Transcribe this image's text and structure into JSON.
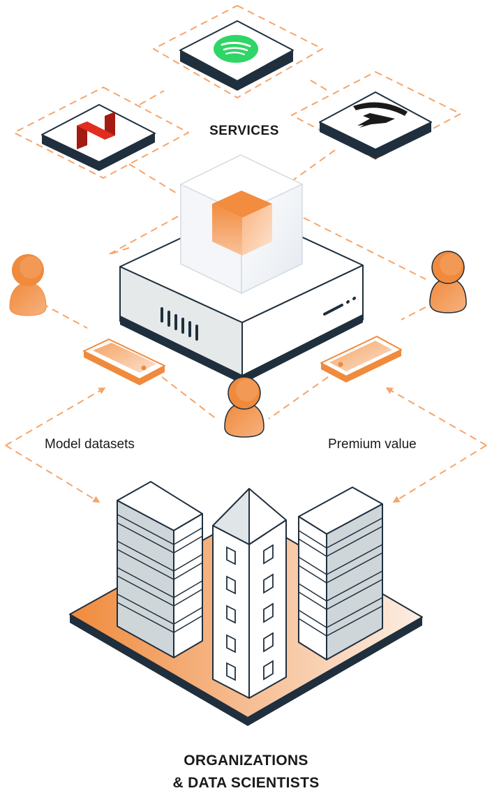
{
  "labels": {
    "services": "SERVICES",
    "model_datasets": "Model datasets",
    "premium_value": "Premium value",
    "organizations_line1": "ORGANIZATIONS",
    "organizations_line2": "& DATA SCIENTISTS"
  },
  "services": [
    {
      "name": "netflix",
      "icon": "netflix-logo-icon"
    },
    {
      "name": "spotify",
      "icon": "spotify-logo-icon"
    },
    {
      "name": "tesla",
      "icon": "tesla-logo-icon"
    }
  ],
  "colors": {
    "accent_orange": "#f08a3c",
    "dark_navy": "#1f2f3d",
    "light_gray": "#e6e9ea",
    "spotify_green": "#2fd566",
    "netflix_red": "#d5281b"
  }
}
